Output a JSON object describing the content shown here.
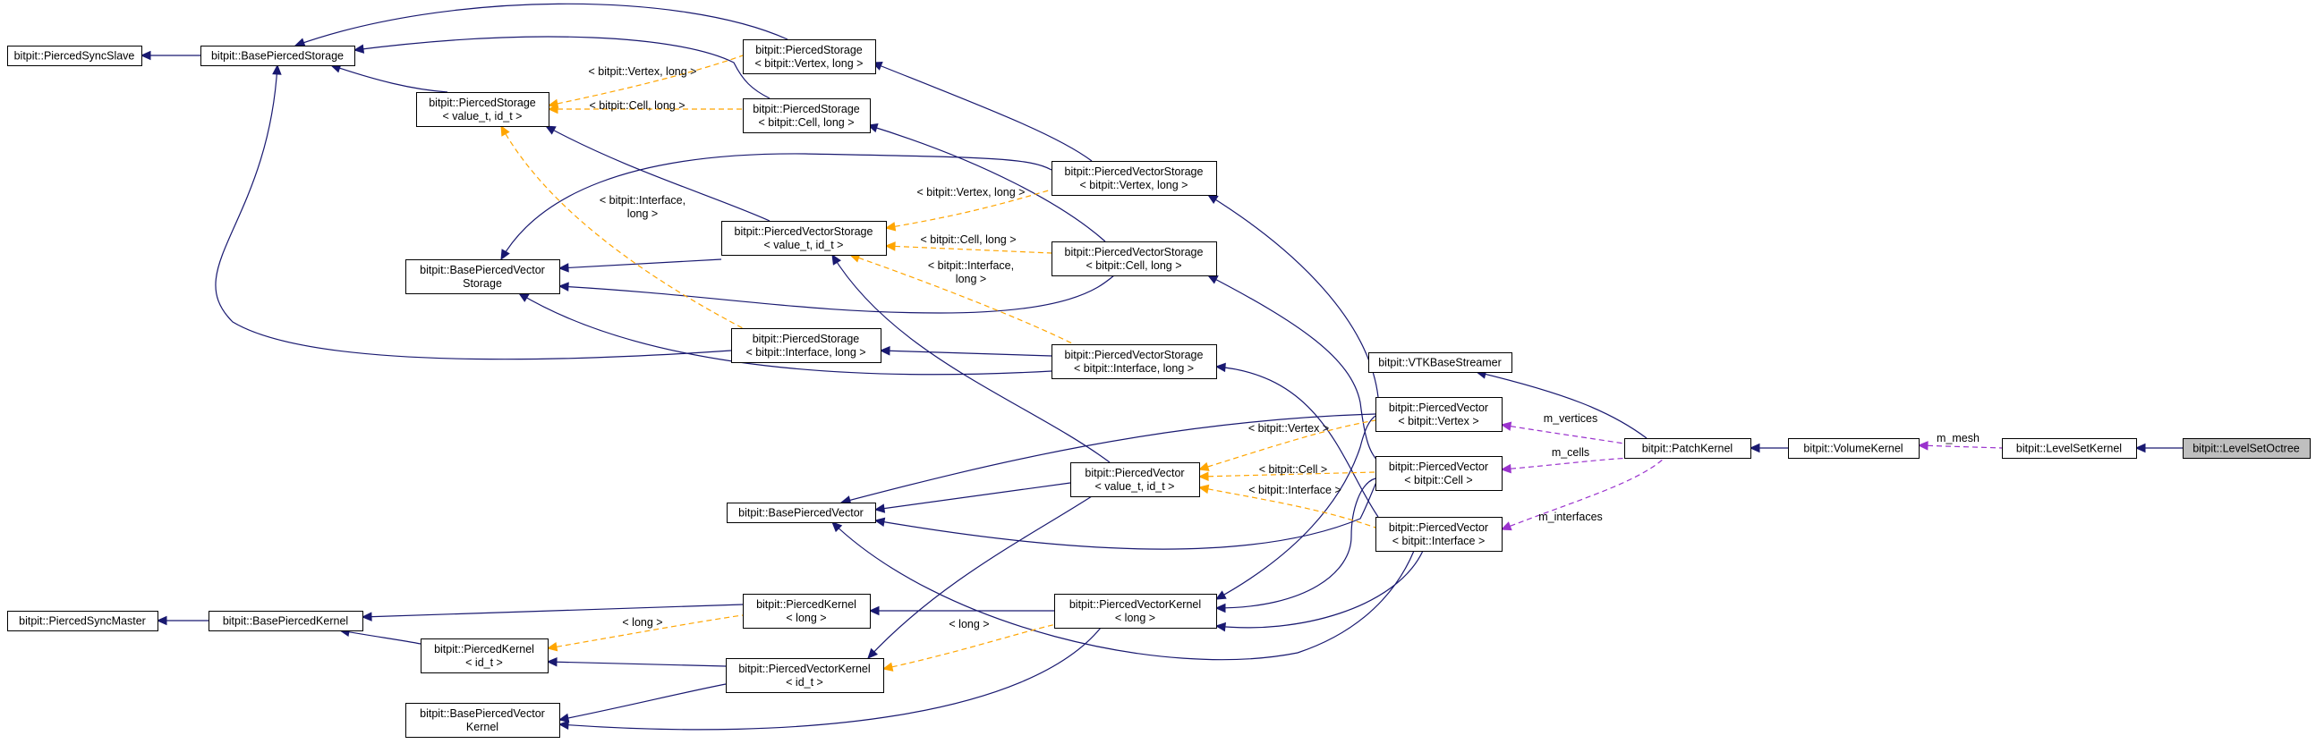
{
  "colors": {
    "inheritance": "#191970",
    "template": "#ffa500",
    "usage": "#9a32cd",
    "node_border": "#000000",
    "node_fill": "#ffffff",
    "highlight_fill": "#bfbfbf"
  },
  "nodes": {
    "n_slave": {
      "lines": [
        "bitpit::PiercedSyncSlave"
      ]
    },
    "n_bps": {
      "lines": [
        "bitpit::BasePiercedStorage"
      ]
    },
    "n_psvl": {
      "lines": [
        "bitpit::PiercedStorage",
        "< bitpit::Vertex, long >"
      ]
    },
    "n_psv": {
      "lines": [
        "bitpit::PiercedStorage",
        "< value_t, id_t >"
      ]
    },
    "n_pscl": {
      "lines": [
        "bitpit::PiercedStorage",
        "< bitpit::Cell, long >"
      ]
    },
    "n_pvsvl": {
      "lines": [
        "bitpit::PiercedVectorStorage",
        "< bitpit::Vertex, long >"
      ]
    },
    "n_pvsv": {
      "lines": [
        "bitpit::PiercedVectorStorage",
        "< value_t, id_t >"
      ]
    },
    "n_bpvs": {
      "lines": [
        "bitpit::BasePiercedVector",
        "Storage"
      ]
    },
    "n_pvscl": {
      "lines": [
        "bitpit::PiercedVectorStorage",
        "< bitpit::Cell, long >"
      ]
    },
    "n_psil": {
      "lines": [
        "bitpit::PiercedStorage",
        "< bitpit::Interface, long >"
      ]
    },
    "n_pvsil": {
      "lines": [
        "bitpit::PiercedVectorStorage",
        "< bitpit::Interface, long >"
      ]
    },
    "n_vtk": {
      "lines": [
        "bitpit::VTKBaseStreamer"
      ]
    },
    "n_pvvx": {
      "lines": [
        "bitpit::PiercedVector",
        "< bitpit::Vertex >"
      ]
    },
    "n_patch": {
      "lines": [
        "bitpit::PatchKernel"
      ]
    },
    "n_vol": {
      "lines": [
        "bitpit::VolumeKernel"
      ]
    },
    "n_lsk": {
      "lines": [
        "bitpit::LevelSetKernel"
      ]
    },
    "n_lso": {
      "lines": [
        "bitpit::LevelSetOctree"
      ]
    },
    "n_pvv": {
      "lines": [
        "bitpit::PiercedVector",
        "< value_t, id_t >"
      ]
    },
    "n_pvc": {
      "lines": [
        "bitpit::PiercedVector",
        "< bitpit::Cell >"
      ]
    },
    "n_bpv": {
      "lines": [
        "bitpit::BasePiercedVector"
      ]
    },
    "n_pvi": {
      "lines": [
        "bitpit::PiercedVector",
        "< bitpit::Interface >"
      ]
    },
    "n_master": {
      "lines": [
        "bitpit::PiercedSyncMaster"
      ]
    },
    "n_bpk": {
      "lines": [
        "bitpit::BasePiercedKernel"
      ]
    },
    "n_pkl": {
      "lines": [
        "bitpit::PiercedKernel",
        "< long >"
      ]
    },
    "n_pvkl": {
      "lines": [
        "bitpit::PiercedVectorKernel",
        "< long >"
      ]
    },
    "n_pki": {
      "lines": [
        "bitpit::PiercedKernel",
        "< id_t >"
      ]
    },
    "n_pvki": {
      "lines": [
        "bitpit::PiercedVectorKernel",
        "< id_t >"
      ]
    },
    "n_bpvk": {
      "lines": [
        "bitpit::BasePiercedVector",
        "Kernel"
      ]
    }
  },
  "edge_labels": {
    "l_vertex_long_ps": [
      "< bitpit::Vertex, long >"
    ],
    "l_cell_long_ps": [
      "< bitpit::Cell, long >"
    ],
    "l_interface_long_ps": [
      "< bitpit::Interface,",
      "long >"
    ],
    "l_vertex_long_pvs": [
      "< bitpit::Vertex, long >"
    ],
    "l_cell_long_pvs": [
      "< bitpit::Cell, long >"
    ],
    "l_interface_long_pvs": [
      "< bitpit::Interface,",
      "long >"
    ],
    "l_vertex_pv": [
      "< bitpit::Vertex >"
    ],
    "l_cell_pv": [
      "< bitpit::Cell >"
    ],
    "l_interface_pv": [
      "< bitpit::Interface >"
    ],
    "l_long_pk": [
      "< long >"
    ],
    "l_long_pvk": [
      "< long >"
    ],
    "l_m_vertices": [
      "m_vertices"
    ],
    "l_m_cells": [
      "m_cells"
    ],
    "l_m_interfaces": [
      "m_interfaces"
    ],
    "l_m_mesh": [
      "m_mesh"
    ]
  }
}
